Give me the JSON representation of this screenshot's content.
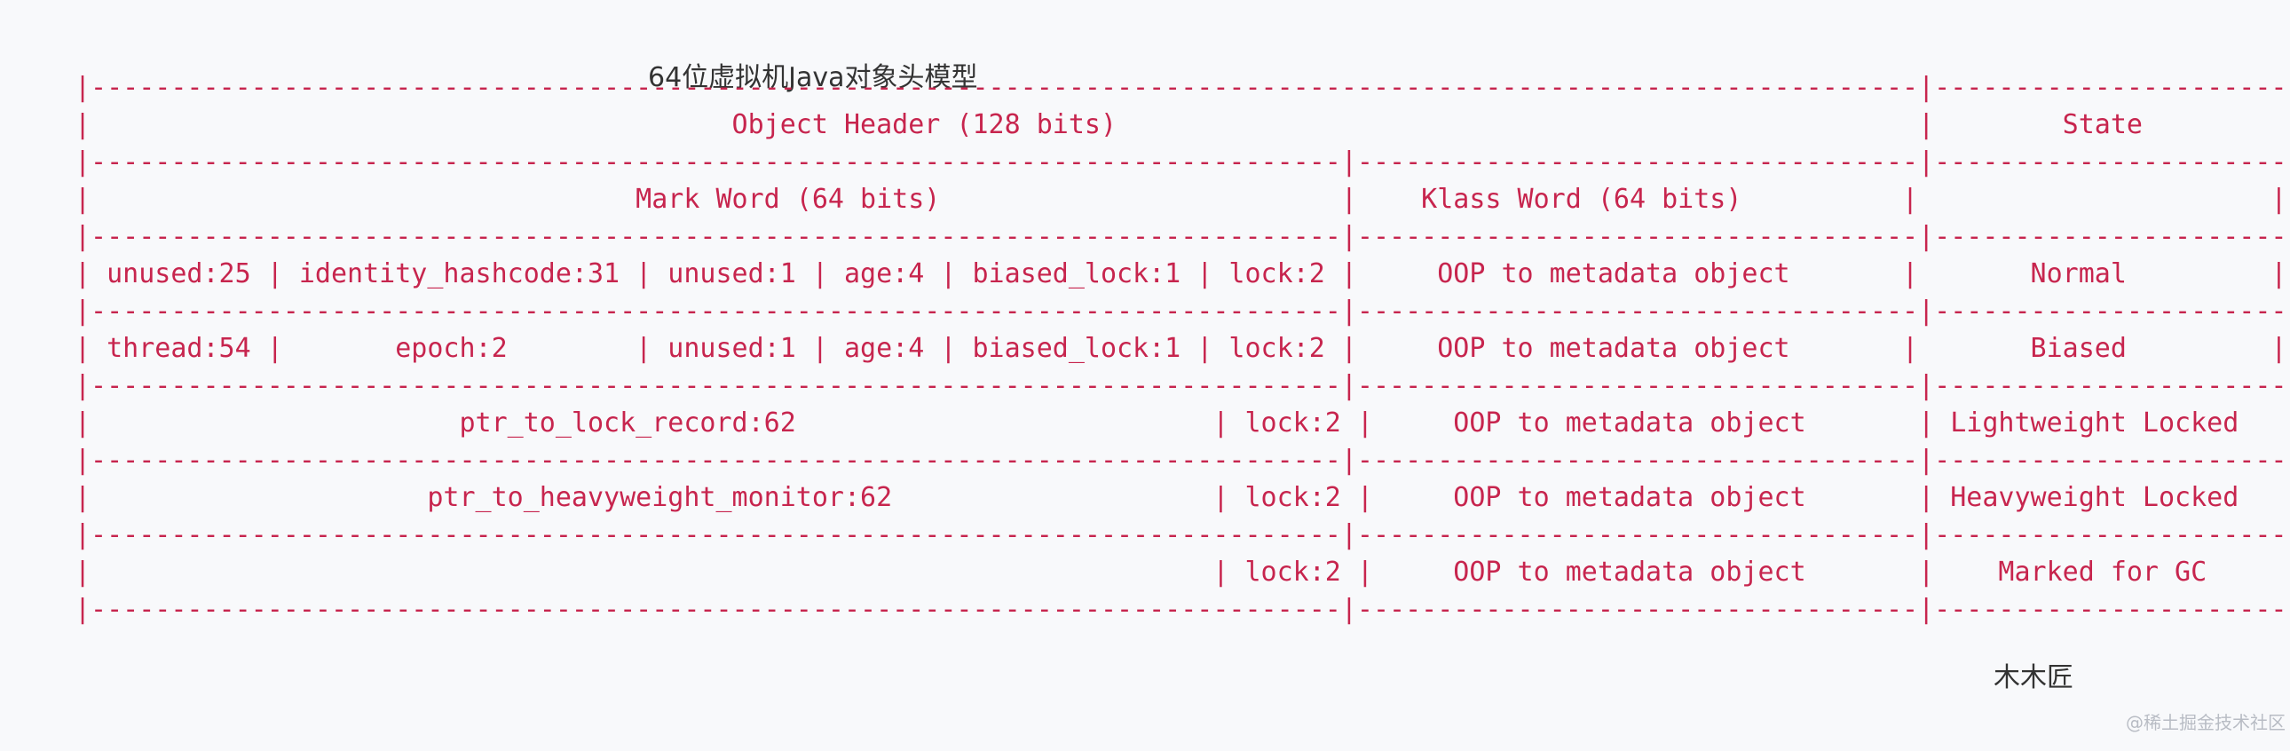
{
  "title": "64位虚拟机Java对象头模型",
  "diagram_lines": [
    "|------------------------------------------------------------------------------------------------------------------|----------------------|",
    "|                                        Object Header (128 bits)                                                  |        State         |",
    "|------------------------------------------------------------------------------|-----------------------------------|----------------------|",
    "|                                  Mark Word (64 bits)                         |    Klass Word (64 bits)          |                      |",
    "|------------------------------------------------------------------------------|-----------------------------------|----------------------|",
    "| unused:25 | identity_hashcode:31 | unused:1 | age:4 | biased_lock:1 | lock:2 |     OOP to metadata object       |       Normal         |",
    "|------------------------------------------------------------------------------|-----------------------------------|----------------------|",
    "| thread:54 |       epoch:2        | unused:1 | age:4 | biased_lock:1 | lock:2 |     OOP to metadata object       |       Biased         |",
    "|------------------------------------------------------------------------------|-----------------------------------|----------------------|",
    "|                       ptr_to_lock_record:62                          | lock:2 |     OOP to metadata object       | Lightweight Locked   |",
    "|------------------------------------------------------------------------------|-----------------------------------|----------------------|",
    "|                     ptr_to_heavyweight_monitor:62                    | lock:2 |     OOP to metadata object       | Heavyweight Locked   |",
    "|------------------------------------------------------------------------------|-----------------------------------|----------------------|",
    "|                                                                      | lock:2 |     OOP to metadata object       |    Marked for GC     |",
    "|------------------------------------------------------------------------------|-----------------------------------|----------------------|"
  ],
  "author": "木木匠",
  "watermark": "@稀土掘金技术社区"
}
